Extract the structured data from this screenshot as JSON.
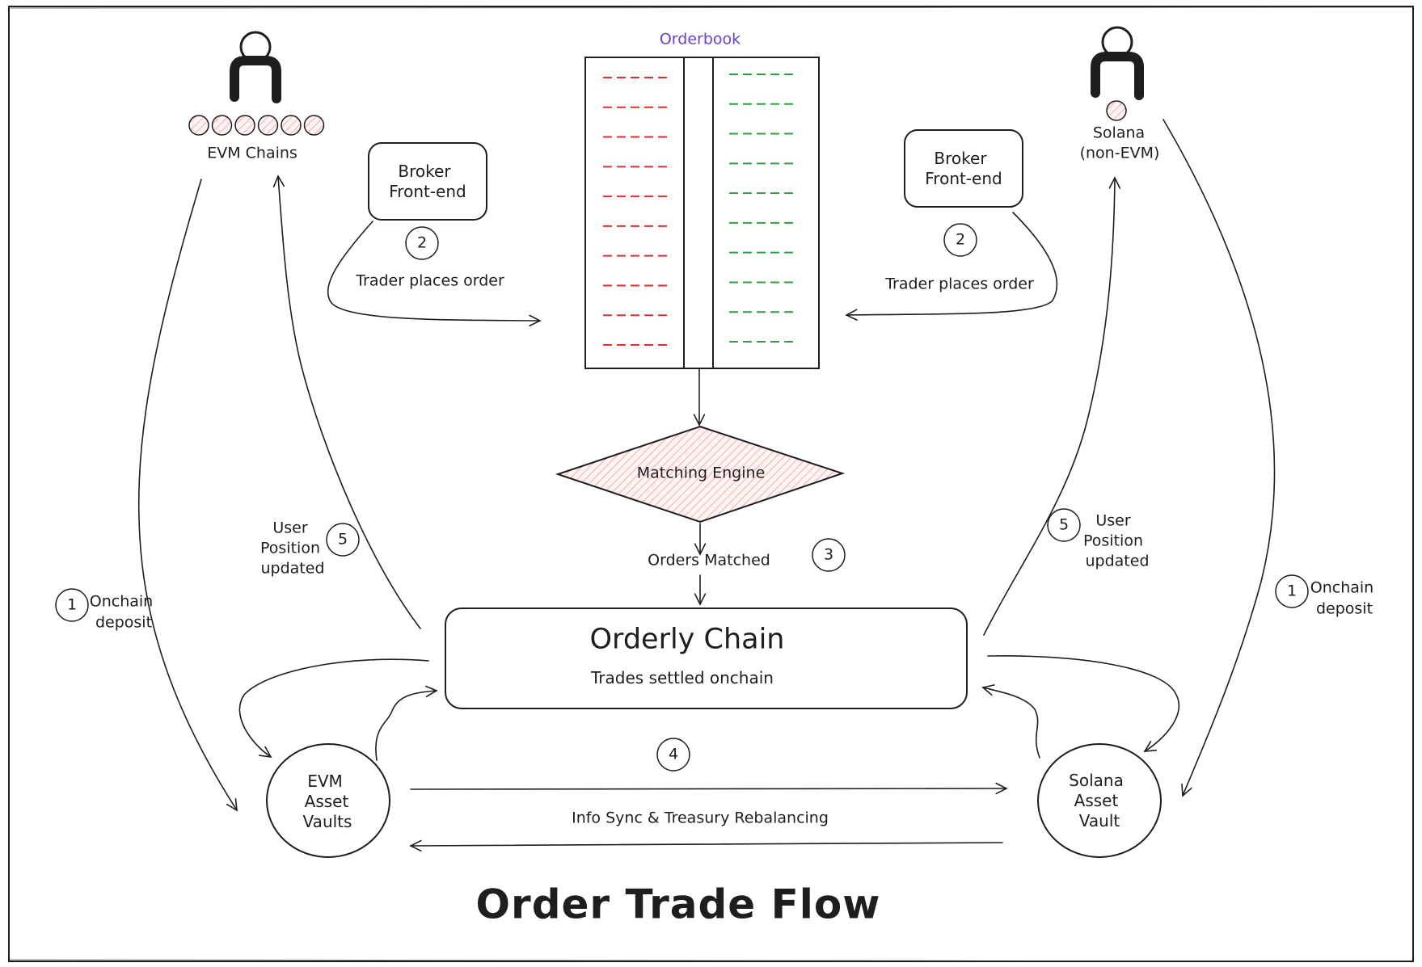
{
  "title": "Order Trade Flow",
  "orderbook": {
    "title": "Orderbook",
    "bid_color": "#e03131",
    "ask_color": "#2f9e44",
    "rows": 10
  },
  "evm_user": {
    "label": "EVM Chains",
    "chain_count": 6
  },
  "solana_user": {
    "label_line1": "Solana",
    "label_line2": "(non-EVM)",
    "chain_count": 1
  },
  "broker_left": {
    "line1": "Broker",
    "line2": "Front-end"
  },
  "broker_right": {
    "line1": "Broker",
    "line2": "Front-end"
  },
  "matching_engine": {
    "label": "Matching Engine",
    "fill": "#ffc9c9"
  },
  "orderly_chain": {
    "title": "Orderly Chain",
    "subtitle": "Trades settled onchain"
  },
  "evm_vault": {
    "line1": "EVM",
    "line2": "Asset",
    "line3": "Vaults"
  },
  "solana_vault": {
    "line1": "Solana",
    "line2": "Asset",
    "line3": "Vault"
  },
  "steps": {
    "left_deposit": {
      "num": "1",
      "line1": "Onchain",
      "line2": "deposit"
    },
    "right_deposit": {
      "num": "1",
      "line1": "Onchain",
      "line2": "deposit"
    },
    "left_order": {
      "num": "2",
      "text": "Trader places order"
    },
    "right_order": {
      "num": "2",
      "text": "Trader places order"
    },
    "matched": {
      "num": "3",
      "text": "Orders Matched"
    },
    "sync": {
      "num": "4",
      "text": "Info Sync & Treasury Rebalancing"
    },
    "left_update": {
      "num": "5",
      "line1": "User",
      "line2": "Position",
      "line3": "updated"
    },
    "right_update": {
      "num": "5",
      "line1": "User",
      "line2": "Position",
      "line3": "updated"
    }
  },
  "colors": {
    "stroke": "#1e1e1e",
    "accent": "#6741d9",
    "hatch": "#ffc9c9"
  }
}
